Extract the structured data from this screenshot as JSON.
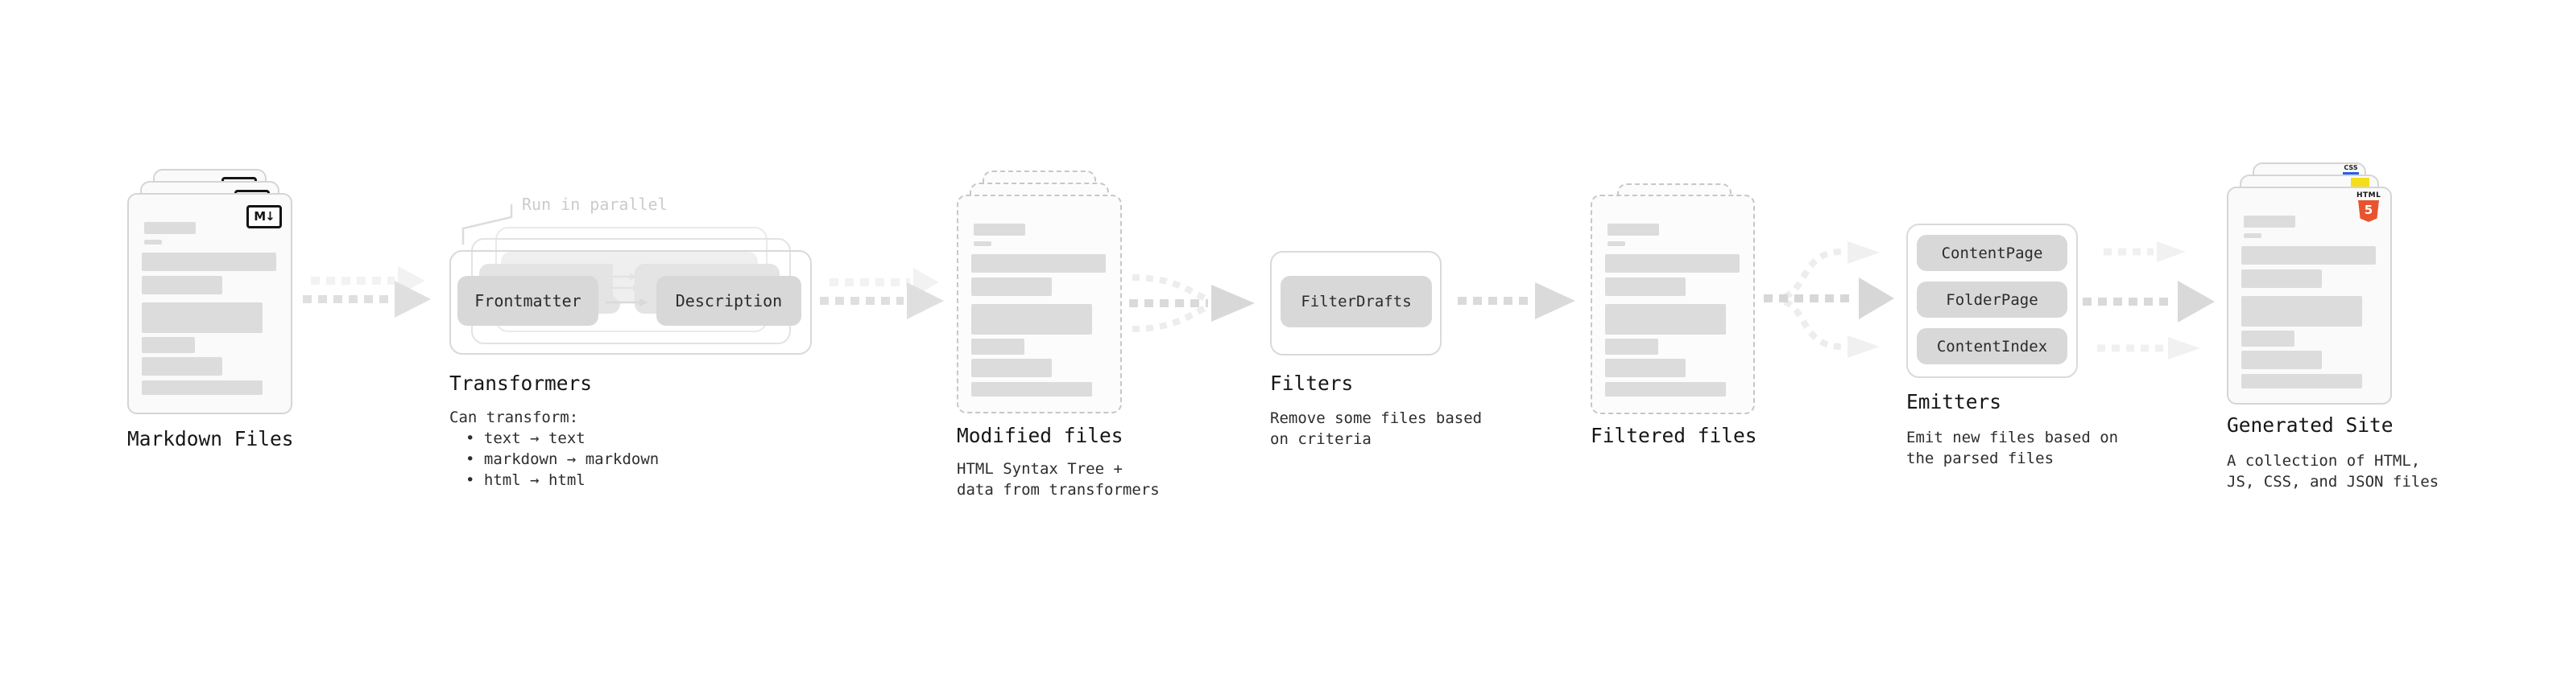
{
  "sections": {
    "markdown": {
      "label": "Markdown Files",
      "icon": "M↓"
    },
    "transformers": {
      "label": "Transformers",
      "note": "Run in parallel",
      "pill_a": "Frontmatter",
      "pill_b": "Description",
      "desc_title": "Can transform:",
      "bullets": [
        "• text → text",
        "• markdown → markdown",
        "• html → html"
      ]
    },
    "modified": {
      "label": "Modified files",
      "desc": [
        "HTML Syntax Tree +",
        "data from transformers"
      ]
    },
    "filters": {
      "label": "Filters",
      "pill": "FilterDrafts",
      "desc": [
        "Remove some files based",
        "on criteria"
      ]
    },
    "filtered": {
      "label": "Filtered files"
    },
    "emitters": {
      "label": "Emitters",
      "pills": [
        "ContentPage",
        "FolderPage",
        "ContentIndex"
      ],
      "desc": [
        "Emit new files based on",
        "the parsed files"
      ]
    },
    "generated": {
      "label": "Generated Site",
      "desc": [
        "A collection of HTML,",
        "JS, CSS, and JSON files"
      ],
      "badges": {
        "css": "CSS",
        "html_word": "HTML",
        "html_num": "5"
      }
    }
  },
  "colors": {
    "html5_orange": "#e8542e",
    "js_yellow": "#f5de19",
    "css_blue": "#2760e6",
    "arrow_gray": "#dfdfdf",
    "arrow_ghost": "#f2f2f2",
    "skeleton": "#dcdcdc"
  }
}
